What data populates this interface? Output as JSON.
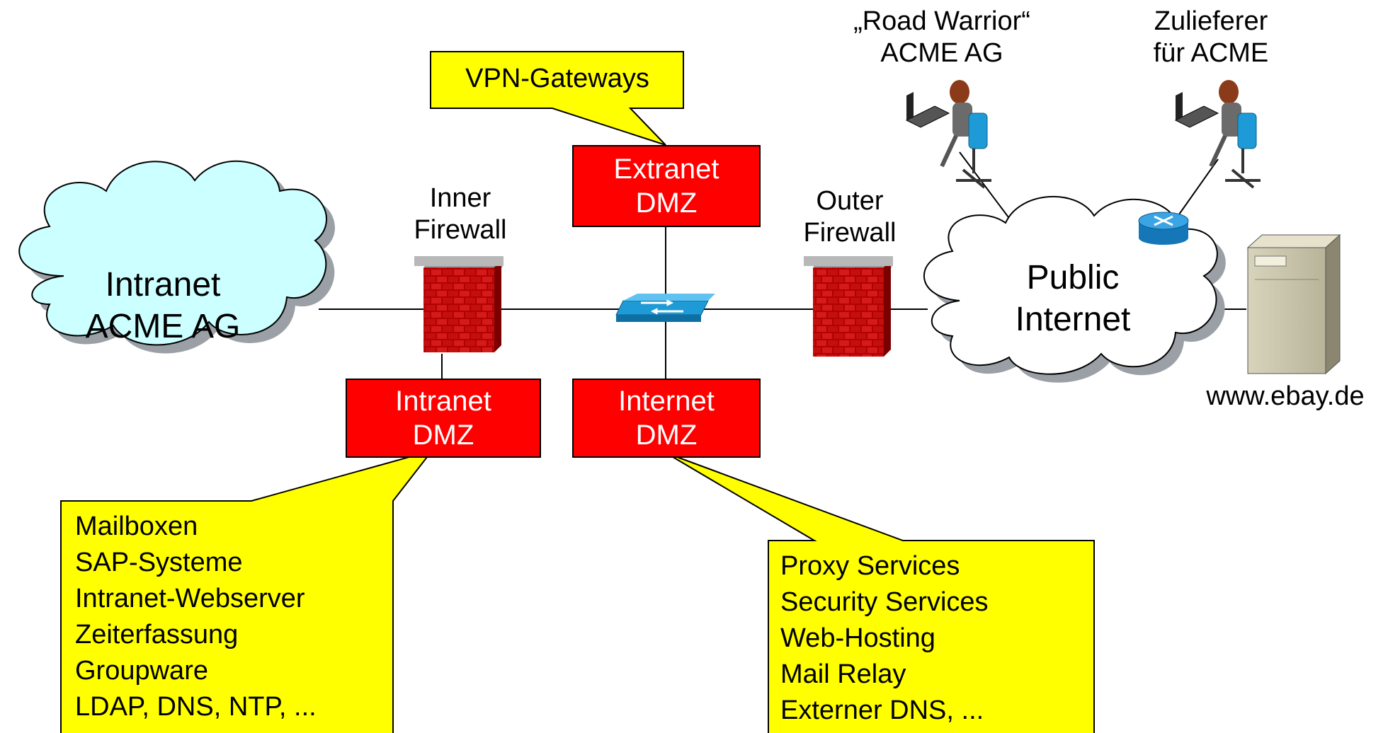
{
  "clouds": {
    "intranet": "Intranet\nACME AG",
    "internet": "Public\nInternet"
  },
  "labels": {
    "inner_firewall": "Inner\nFirewall",
    "outer_firewall": "Outer\nFirewall",
    "road_warrior": "„Road Warrior“\nACME AG",
    "supplier": "Zulieferer\nfür ACME",
    "ebay": "www.ebay.de"
  },
  "dmz_boxes": {
    "extranet": "Extranet\nDMZ",
    "intranet": "Intranet\nDMZ",
    "internet": "Internet\nDMZ"
  },
  "callouts": {
    "vpn": "VPN-Gateways",
    "intranet_services": [
      "Mailboxen",
      "SAP-Systeme",
      "Intranet-Webserver",
      "Zeiterfassung",
      "Groupware",
      "LDAP, DNS, NTP, ..."
    ],
    "internet_services": [
      "Proxy Services",
      "Security Services",
      "Web-Hosting",
      "Mail Relay",
      "Externer DNS, ..."
    ]
  },
  "colors": {
    "dmz_box": "#ff0000",
    "callout": "#ffff00",
    "intranet_cloud": "#ccffff",
    "internet_cloud": "#ffffff",
    "brick": "#cc0000",
    "switch": "#1e9ad6"
  }
}
